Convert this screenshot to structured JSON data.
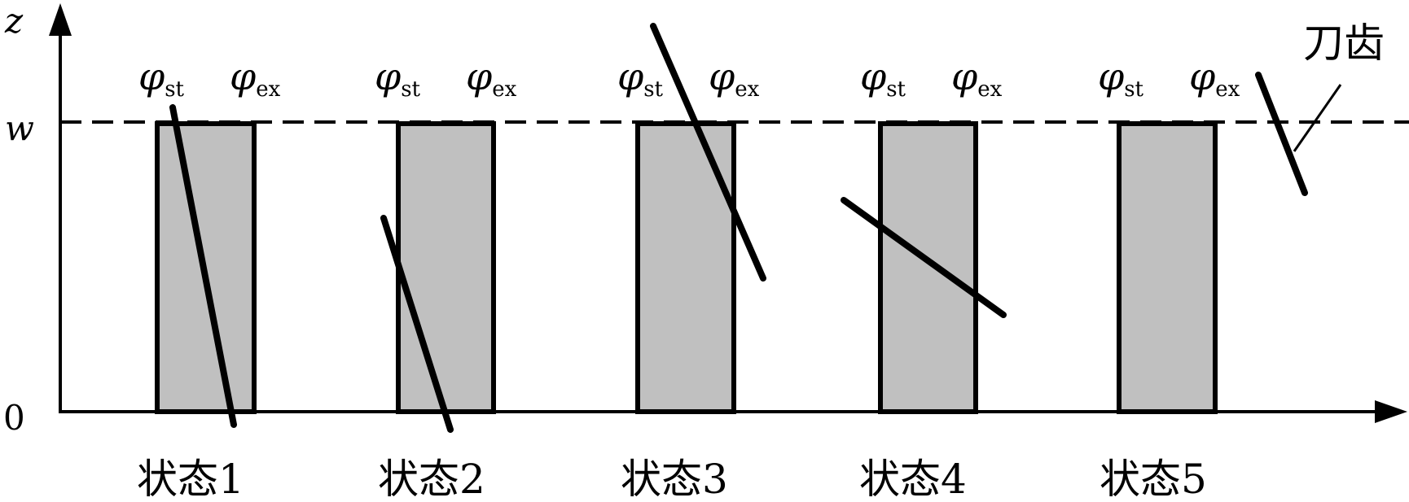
{
  "axes": {
    "z_label": "z",
    "w_label": "w",
    "origin_label": "0"
  },
  "phi_symbol": "φ",
  "entry_subscript": "st",
  "exit_subscript": "ex",
  "tooth_label": "刀齿",
  "states": [
    {
      "label": "状态1"
    },
    {
      "label": "状态2"
    },
    {
      "label": "状态3"
    },
    {
      "label": "状态4"
    },
    {
      "label": "状态5"
    }
  ],
  "colors": {
    "workpiece_fill": "#c0c0c0",
    "line": "#000000",
    "background": "#ffffff"
  }
}
